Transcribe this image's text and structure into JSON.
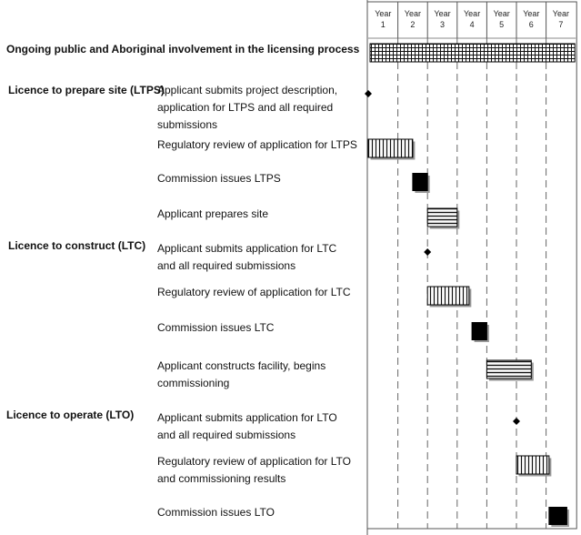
{
  "heading": "Ongoing public and Aboriginal involvement in the licensing process",
  "years": [
    {
      "line1": "Year",
      "line2": "1"
    },
    {
      "line1": "Year",
      "line2": "2"
    },
    {
      "line1": "Year",
      "line2": "3"
    },
    {
      "line1": "Year",
      "line2": "4"
    },
    {
      "line1": "Year",
      "line2": "5"
    },
    {
      "line1": "Year",
      "line2": "6"
    },
    {
      "line1": "Year",
      "line2": "7"
    }
  ],
  "sections": [
    {
      "label": "Licence to prepare site (LTPS)"
    },
    {
      "label": "Licence to construct (LTC)"
    },
    {
      "label": "Licence to operate (LTO)"
    }
  ],
  "tasks": [
    {
      "lines": [
        "Applicant submits project description,",
        "application for  LTPS and all required",
        "submissions"
      ],
      "bar": {
        "kind": "milestone",
        "start": 0,
        "end": 0
      }
    },
    {
      "lines": [
        "Regulatory review of application for LTPS"
      ],
      "bar": {
        "kind": "vertical",
        "start": 0,
        "end": 1.5
      }
    },
    {
      "lines": [
        "Commission issues LTPS"
      ],
      "bar": {
        "kind": "solid",
        "start": 1.5,
        "end": 2.0
      }
    },
    {
      "lines": [
        "Applicant prepares site"
      ],
      "bar": {
        "kind": "horizontal",
        "start": 2.0,
        "end": 3.0
      }
    },
    {
      "lines": [
        "Applicant submits application for LTC",
        "and all required submissions"
      ],
      "bar": {
        "kind": "milestone",
        "start": 2.0,
        "end": 2.0
      }
    },
    {
      "lines": [
        "Regulatory review of application for LTC"
      ],
      "bar": {
        "kind": "vertical",
        "start": 2.0,
        "end": 3.4
      }
    },
    {
      "lines": [
        "Commission issues LTC"
      ],
      "bar": {
        "kind": "solid",
        "start": 3.5,
        "end": 4.0
      }
    },
    {
      "lines": [
        "Applicant constructs facility, begins",
        "commissioning"
      ],
      "bar": {
        "kind": "horizontal",
        "start": 4.0,
        "end": 5.5
      }
    },
    {
      "lines": [
        "Applicant submits application for LTO",
        "and all required submissions"
      ],
      "bar": {
        "kind": "milestone",
        "start": 5.0,
        "end": 5.0
      }
    },
    {
      "lines": [
        "Regulatory review of application for LTO",
        "and commissioning results"
      ],
      "bar": {
        "kind": "vertical",
        "start": 5.0,
        "end": 6.1
      }
    },
    {
      "lines": [
        "Commission issues LTO"
      ],
      "bar": {
        "kind": "solid",
        "start": 6.1,
        "end": 6.7
      }
    }
  ],
  "ongoing_bar": {
    "kind": "grid",
    "start": 0,
    "end": 7
  }
}
